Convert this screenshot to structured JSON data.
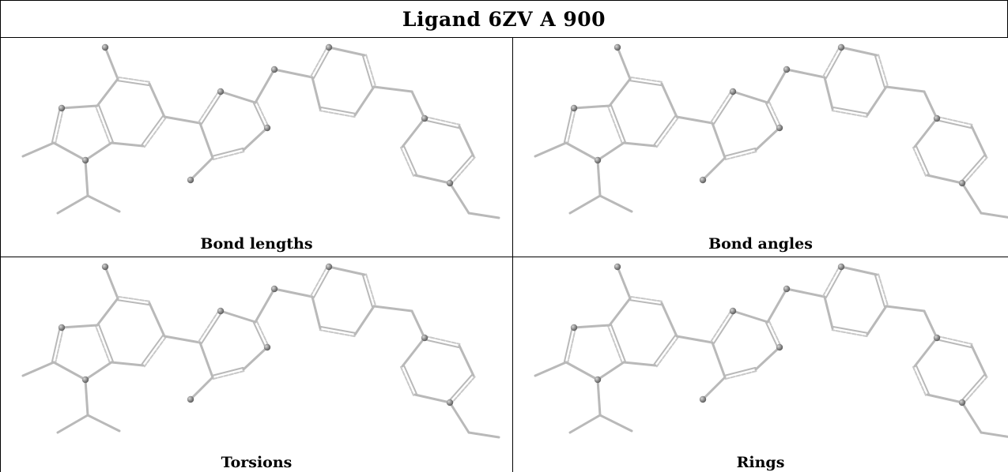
{
  "table": {
    "title": "Ligand 6ZV A 900"
  },
  "panels": [
    {
      "caption": "Bond lengths"
    },
    {
      "caption": "Bond angles"
    },
    {
      "caption": "Torsions"
    },
    {
      "caption": "Rings"
    }
  ]
}
